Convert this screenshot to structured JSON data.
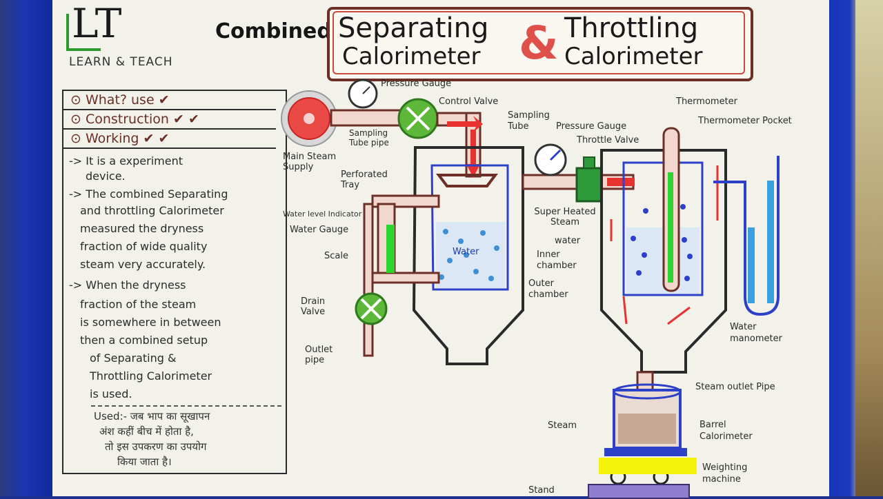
{
  "logo": {
    "letters": "LT",
    "tagline": "LEARN & TEACH"
  },
  "title": {
    "prefix": "Combined",
    "line1_left": "Separating",
    "line2_left": "Calorimeter",
    "amp": "&",
    "line1_right": "Throttling",
    "line2_right": "Calorimeter"
  },
  "topics": [
    "What? use",
    "Construction",
    "Working"
  ],
  "notes": [
    "-> It is a experiment",
    "device.",
    "-> The combined Separating",
    "and throttling Calorimeter",
    "measured the dryness",
    "fraction of wide quality",
    "steam very accurately.",
    "-> When the dryness",
    "fraction of the steam",
    "is somewhere in between",
    "then a combined setup",
    "of Separating &",
    "Throttling Calorimeter",
    "is used."
  ],
  "used_note": [
    "Used:- जब भाप का सूखापन",
    "अंश कहीं बीच में होता है,",
    "तो इस उपकरण का उपयोग",
    "किया जाता है।"
  ],
  "labels": {
    "pressure_gauge_1": "Pressure Gauge",
    "control_valve": "Control Valve",
    "sampling_tube": "Sampling Tube",
    "sampling_tube_pipe": "Sampling Tube pipe",
    "main_steam_supply": "Main Steam Supply",
    "perforated_tray": "Perforated Tray",
    "water_level_indicator": "Water level Indicator",
    "water_gauge": "Water Gauge",
    "scale": "Scale",
    "drain_valve": "Drain Valve",
    "outlet_pipe": "Outlet pipe",
    "water_in_tank": "Water",
    "inner_chamber": "Inner chamber",
    "outer_chamber": "Outer chamber",
    "super_heated_steam": "Super Heated Steam",
    "water": "water",
    "pressure_gauge_2": "Pressure Gauge",
    "throttle_valve": "Throttle Valve",
    "thermometer": "Thermometer",
    "thermometer_pocket": "Thermometer Pocket",
    "water_manometer": "Water manometer",
    "steam_outlet_pipe": "Steam outlet Pipe",
    "steam": "Steam",
    "barrel_calorimeter": "Barrel Calorimeter",
    "weighting_machine": "Weighting machine",
    "stand": "Stand"
  },
  "colors": {
    "brown": "#6b2f25",
    "red": "#e8322f",
    "green": "#3aa52e",
    "blue": "#2c40c8",
    "yellow": "#f4f40a"
  }
}
